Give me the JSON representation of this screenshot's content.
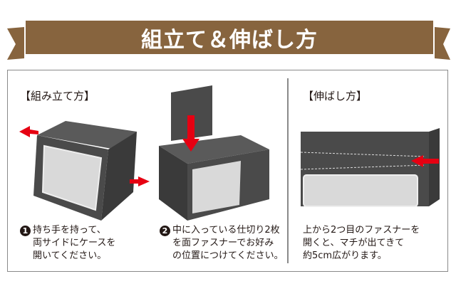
{
  "banner": {
    "title": "組立て＆伸ばし方",
    "color": "#87643e"
  },
  "assembly": {
    "title": "【組み立て方】",
    "steps": [
      {
        "number": "1",
        "lines": [
          "持ち手を持って、",
          "両サイドにケースを",
          "開いてください。"
        ]
      },
      {
        "number": "2",
        "lines": [
          "中に入っている仕切り2枚",
          "を面ファスナーでお好み",
          "の位置につけてください。"
        ]
      }
    ]
  },
  "extend": {
    "title": "【伸ばし方】",
    "lines": [
      "上から2つ目のファスナーを",
      "開くと、マチが出てきて",
      "約5cm広がります。"
    ]
  },
  "colors": {
    "arrow": "#e60012",
    "box": "#4a4a4a"
  }
}
